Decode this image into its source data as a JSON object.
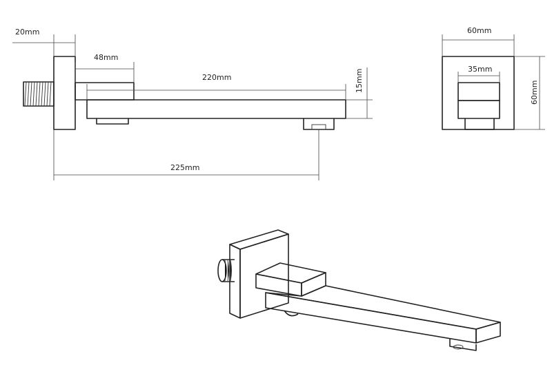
{
  "dimensions": {
    "wall_plate_thickness": "20mm",
    "connector_length": "48mm",
    "spout_length": "220mm",
    "spout_height": "15mm",
    "total_projection": "225mm",
    "plate_width": "60mm",
    "connector_width": "35mm",
    "plate_height": "60mm"
  }
}
